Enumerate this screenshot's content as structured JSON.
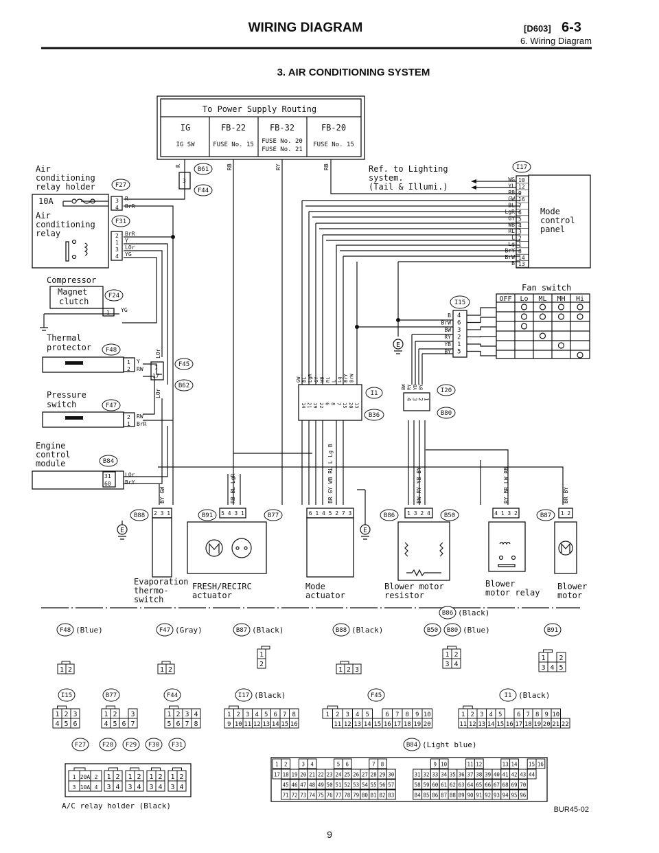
{
  "header": {
    "title": "WIRING DIAGRAM",
    "code": "[D603]",
    "page_ref": "6-3",
    "section": "6. Wiring Diagram"
  },
  "diagram_title": "3. AIR CONDITIONING SYSTEM",
  "power_table": {
    "title": "To Power Supply Routing",
    "cols": [
      {
        "head": "IG",
        "sub": "IG SW"
      },
      {
        "head": "FB-22",
        "sub": "FUSE No. 15"
      },
      {
        "head": "FB-32",
        "sub": "FUSE No. 20",
        "sub2": "FUSE No. 21"
      },
      {
        "head": "FB-20",
        "sub": "FUSE No. 15"
      }
    ],
    "wires": [
      "R",
      "RB",
      "RY",
      "RB"
    ]
  },
  "left": {
    "relay_holder": {
      "label1": "Air",
      "label2": "conditioning",
      "label3": "relay holder",
      "conn": "F27",
      "fuse": "10A",
      "pins": [
        {
          "pin": "3",
          "wire": "R"
        },
        {
          "pin": "4",
          "wire": "BrR"
        }
      ]
    },
    "relay": {
      "label1": "Air",
      "label2": "conditioning",
      "label3": "relay",
      "conn": "F31",
      "pins": [
        {
          "pin": "2",
          "wire": "BrR"
        },
        {
          "pin": "1",
          "wire": "Y"
        },
        {
          "pin": "3",
          "wire": "LOr"
        },
        {
          "pin": "4",
          "wire": "YG"
        }
      ]
    },
    "b61": "B61",
    "f44": "F44",
    "f44_pin": "3",
    "f44_wire_top": "R",
    "f44_wire_bot": "R",
    "compressor": {
      "label": "Compressor",
      "sub1": "Magnet",
      "sub2": "clutch",
      "conn": "F24",
      "pin": "1",
      "wire": "YG"
    },
    "thermal": {
      "label1": "Thermal",
      "label2": "protector",
      "conn": "F48",
      "pins": [
        {
          "pin": "1",
          "wire": "Y"
        },
        {
          "pin": "2",
          "wire": "RW"
        }
      ]
    },
    "pressure": {
      "label1": "Pressure",
      "label2": "switch",
      "conn": "F47",
      "pins": [
        {
          "pin": "2",
          "wire": "RW"
        },
        {
          "pin": "1",
          "wire": "BrR"
        }
      ]
    },
    "ecm": {
      "label1": "Engine",
      "label2": "control",
      "label3": "module",
      "conn": "B84",
      "pins": [
        {
          "pin": "31",
          "wire": "LOr"
        },
        {
          "pin": "60",
          "wire": "BrY"
        }
      ]
    },
    "f45": "F45",
    "b62": "B62",
    "f45_pin": "7",
    "b62_pin": "17",
    "f45_wire": "LOr",
    "b62_wire": "LOr"
  },
  "right": {
    "ref_lighting": {
      "line1": "Ref. to Lighting",
      "line2": "system.",
      "line3": "(Tail & Illumi.)"
    },
    "mode_panel": {
      "label1": "Mode",
      "label2": "control",
      "label3": "panel",
      "conn": "I17",
      "pins": [
        {
          "wire": "WG",
          "pin": "10"
        },
        {
          "wire": "YL",
          "pin": "12"
        },
        {
          "wire": "RB",
          "pin": "9"
        },
        {
          "wire": "GW",
          "pin": "16"
        },
        {
          "wire": "BL",
          "pin": "7"
        },
        {
          "wire": "LgR",
          "pin": "6"
        },
        {
          "wire": "GY",
          "pin": "5"
        },
        {
          "wire": "WB",
          "pin": "4"
        },
        {
          "wire": "RL",
          "pin": "3"
        },
        {
          "wire": "L",
          "pin": "2"
        },
        {
          "wire": "Lg",
          "pin": "1"
        },
        {
          "wire": "BrY",
          "pin": "8"
        },
        {
          "wire": "BrW",
          "pin": "14"
        },
        {
          "wire": "B",
          "pin": "13"
        }
      ]
    },
    "fan_switch": {
      "label": "Fan switch",
      "conn": "I15",
      "headers": [
        "OFF",
        "Lo",
        "ML",
        "MH",
        "Hi"
      ],
      "pins": [
        {
          "wire": "B",
          "pin": "4"
        },
        {
          "wire": "BrW",
          "pin": "6"
        },
        {
          "wire": "BW",
          "pin": "3"
        },
        {
          "wire": "RY",
          "pin": "2"
        },
        {
          "wire": "YB",
          "pin": "1"
        },
        {
          "wire": "BY",
          "pin": "5"
        }
      ]
    },
    "ground": "E"
  },
  "middle": {
    "i1": "I1",
    "b36": "B36",
    "i1_pins": [
      {
        "wire": "GW",
        "pin": "14"
      },
      {
        "wire": "BL",
        "pin": "21"
      },
      {
        "wire": "LgR",
        "pin": "19"
      },
      {
        "wire": "GY",
        "pin": "22"
      },
      {
        "wire": "WB",
        "pin": "6"
      },
      {
        "wire": "RL",
        "pin": "8"
      },
      {
        "wire": "L",
        "pin": "7"
      },
      {
        "wire": "Lg",
        "pin": "15"
      },
      {
        "wire": "BrY",
        "pin": "20"
      },
      {
        "wire": "BrW",
        "pin": "13"
      }
    ],
    "i20": "I20",
    "b80": "B80",
    "i20_pins": [
      {
        "wire": "BW",
        "pin": "4"
      },
      {
        "wire": "RY",
        "pin": "3"
      },
      {
        "wire": "YB",
        "pin": "2"
      },
      {
        "wire": "BY",
        "pin": "1"
      }
    ]
  },
  "components": [
    {
      "conn": "B88",
      "name1": "Evaporation",
      "name2": "thermo-",
      "name3": "switch",
      "pins": "2 3 1",
      "wires": "BY GW"
    },
    {
      "conn": "B91",
      "name1": "FRESH/RECIRC",
      "name2": "actuator",
      "pins": "5 4 3 1",
      "wires": "RB BL LgR"
    },
    {
      "conn": "B77",
      "name1": "Mode",
      "name2": "actuator",
      "pins": "6 1 4 5 2 7 3",
      "wires": "BR GY WB RL L Lg B",
      "ground": "E"
    },
    {
      "conn": "B86",
      "name1": "Blower motor",
      "name2": "resistor",
      "pins": "1 3 2 4",
      "wires": "BW RY YB BY"
    },
    {
      "conn": "B50",
      "name1": "Blower",
      "name2": "motor relay",
      "pins": "4 1 3 2",
      "wires": "RY BR LW RB"
    },
    {
      "conn": "B87",
      "name1": "Blower",
      "name2": "motor",
      "pins": "1 2",
      "wires": "BR BY"
    }
  ],
  "legend": {
    "connectors": [
      {
        "id": "F48",
        "color": "(Blue)",
        "rows": [
          [
            "1",
            "2"
          ]
        ]
      },
      {
        "id": "F47",
        "color": "(Gray)",
        "rows": [
          [
            "1",
            "2"
          ]
        ]
      },
      {
        "id": "B87",
        "color": "(Black)",
        "rows": [
          [
            "1"
          ],
          [
            "2"
          ]
        ]
      },
      {
        "id": "B88",
        "color": "(Black)",
        "rows": [
          [
            "1",
            "2",
            "3"
          ]
        ]
      },
      {
        "id": "B50",
        "id2": "B80",
        "color": "(Blue)",
        "id3": "B86",
        "color3": "(Black)",
        "rows": [
          [
            "1",
            "2"
          ],
          [
            "3",
            "4"
          ]
        ]
      },
      {
        "id": "B91",
        "color": "",
        "rows": [
          [
            "1",
            "",
            "2"
          ],
          [
            "3",
            "4",
            "5"
          ]
        ]
      },
      {
        "id": "I15",
        "color": "",
        "rows": [
          [
            "1",
            "2",
            "3"
          ],
          [
            "4",
            "5",
            "6"
          ]
        ]
      },
      {
        "id": "B77",
        "color": "",
        "rows": [
          [
            "1",
            "2",
            "",
            "3"
          ],
          [
            "4",
            "5",
            "6",
            "7"
          ]
        ]
      },
      {
        "id": "F44",
        "color": "",
        "rows": [
          [
            "1",
            "2",
            "3",
            "4"
          ],
          [
            "5",
            "6",
            "7",
            "8"
          ]
        ]
      },
      {
        "id": "I17",
        "color": "(Black)",
        "rows": [
          [
            "1",
            "2",
            "3",
            "4",
            "5",
            "6",
            "7",
            "8"
          ],
          [
            "9",
            "10",
            "11",
            "12",
            "13",
            "14",
            "15",
            "16"
          ]
        ]
      },
      {
        "id": "F45",
        "color": "",
        "rows": [
          [
            "1",
            "2",
            "3",
            "4",
            "5",
            "",
            "6",
            "7",
            "8",
            "9",
            "10"
          ],
          [
            "",
            "11",
            "12",
            "13",
            "14",
            "15",
            "16",
            "17",
            "18",
            "19",
            "20"
          ]
        ]
      },
      {
        "id": "I1",
        "color": "(Black)",
        "rows": [
          [
            "1",
            "2",
            "3",
            "4",
            "5",
            "",
            "6",
            "7",
            "8",
            "9",
            "10"
          ],
          [
            "11",
            "12",
            "13",
            "14",
            "15",
            "16",
            "17",
            "18",
            "19",
            "20",
            "21",
            "22"
          ]
        ]
      }
    ],
    "relay_holder": {
      "ids": [
        "F27",
        "F28",
        "F29",
        "F30",
        "F31"
      ],
      "main_rows": [
        [
          "1",
          "20A",
          "2"
        ],
        [
          "3",
          "10A",
          "4"
        ]
      ],
      "relay_rows": [
        [
          "1",
          "2"
        ],
        [
          "3",
          "4"
        ]
      ],
      "caption": "A/C relay holder (Black)"
    },
    "ecm_connector": {
      "id": "B84",
      "color": "(Light blue)",
      "rows": [
        [
          "1",
          "2",
          "",
          "3",
          "4",
          "",
          "",
          "5",
          "6",
          "",
          "",
          "7",
          "8",
          "",
          "",
          "",
          "",
          "",
          "9",
          "10",
          "",
          "",
          "11",
          "12",
          "",
          "",
          "13",
          "14",
          "",
          "15",
          "16"
        ],
        [
          "17",
          "18",
          "19",
          "20",
          "21",
          "22",
          "23",
          "24",
          "25",
          "26",
          "27",
          "28",
          "29",
          "30",
          "",
          "",
          "31",
          "32",
          "33",
          "34",
          "35",
          "36",
          "37",
          "38",
          "39",
          "40",
          "41",
          "42",
          "43",
          "44"
        ],
        [
          "",
          "45",
          "46",
          "47",
          "48",
          "49",
          "50",
          "51",
          "52",
          "53",
          "54",
          "55",
          "56",
          "57",
          "",
          "",
          "58",
          "59",
          "60",
          "61",
          "62",
          "63",
          "64",
          "65",
          "66",
          "67",
          "68",
          "69",
          "70",
          ""
        ],
        [
          "",
          "71",
          "72",
          "73",
          "74",
          "75",
          "76",
          "77",
          "78",
          "79",
          "80",
          "81",
          "82",
          "83",
          "",
          "",
          "84",
          "85",
          "86",
          "87",
          "88",
          "89",
          "90",
          "91",
          "92",
          "93",
          "94",
          "95",
          "96",
          ""
        ]
      ]
    }
  },
  "footer": {
    "figure_code": "BUR45-02",
    "page_number": "9"
  }
}
